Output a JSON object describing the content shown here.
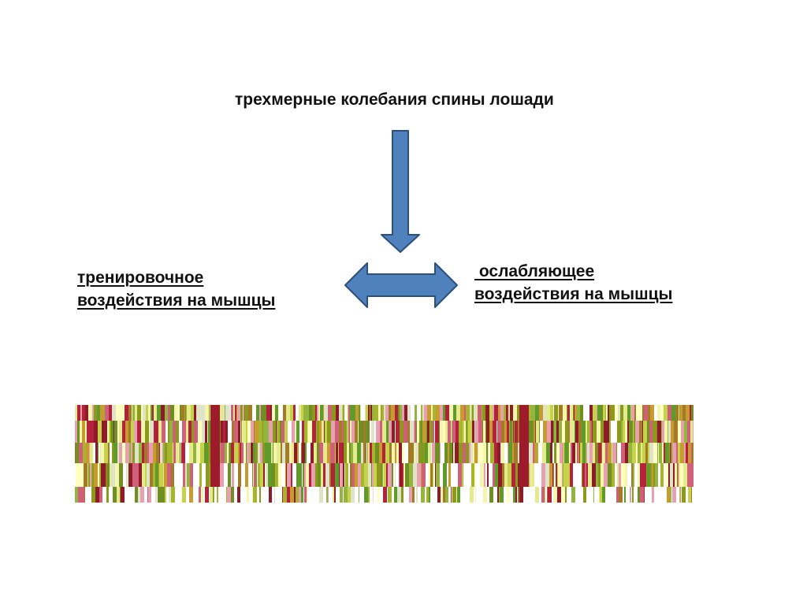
{
  "diagram": {
    "title": "трехмерные колебания спины лошади",
    "left_label": {
      "line1": "тренировочное",
      "line2": "воздействия на мышцы"
    },
    "right_label": {
      "line1": " ослабляющее",
      "line2": "воздействия на мышцы"
    },
    "colors": {
      "arrow_fill": "#4f81bd",
      "arrow_stroke": "#2c4f7c",
      "texture_palette": [
        "#8c9a1c",
        "#a7b52e",
        "#c6d24a",
        "#e4eb8c",
        "#f5f5b0",
        "#ffffc0",
        "#6f8f22",
        "#5e9b2a",
        "#93b540",
        "#b3223a",
        "#8e1b2a",
        "#d0607a",
        "#e6a0b0",
        "#c89a30",
        "#a27a28",
        "#dfe3c8",
        "#ffffff"
      ]
    },
    "icons": {
      "down_arrow": "arrow-down-icon",
      "both_arrow": "arrow-left-right-icon"
    }
  }
}
